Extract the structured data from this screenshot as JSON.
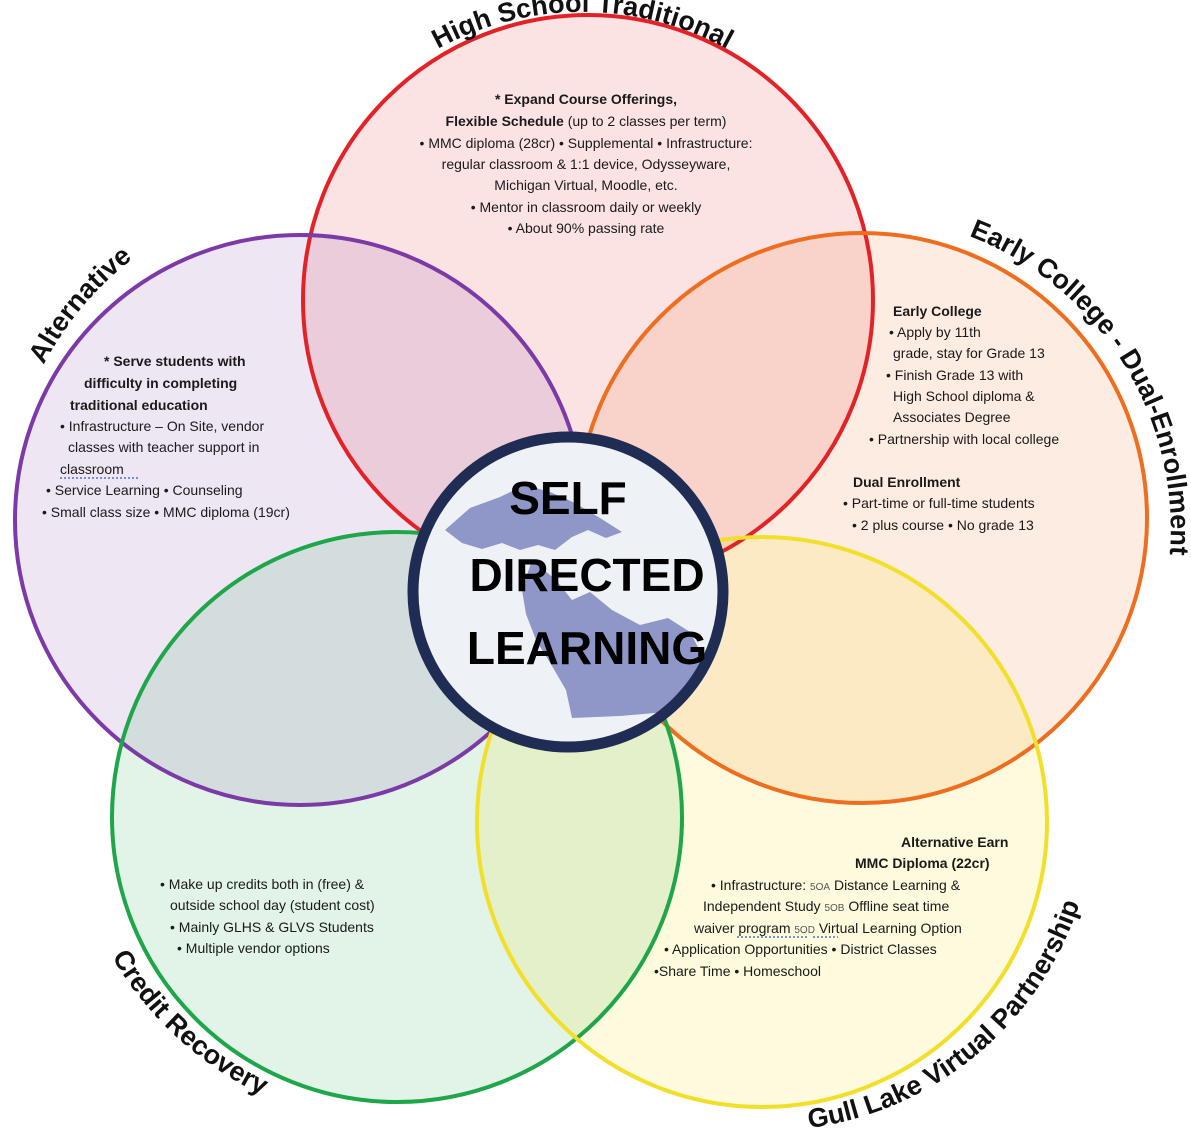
{
  "colors": {
    "red": "#e32227",
    "orange": "#ee6d1f",
    "purple": "#7b3aa6",
    "green": "#1fa64a",
    "yellow": "#f2df2a",
    "center_border": "#1f2d54",
    "michigan": "#8f97c9"
  },
  "icons": {
    "center_map": "michigan-map-icon"
  },
  "titles": {
    "high_school": "High School Traditional",
    "early_college": "Early College - Dual-Enrollment",
    "alternative": "Alternative",
    "credit_recovery": "Credit Recovery",
    "gull_lake": "Gull Lake Virtual Partnership"
  },
  "center": {
    "line1": "SELF",
    "line2": "DIRECTED",
    "line3": "LEARNING"
  },
  "high_school": {
    "heading1": "* Expand Course Offerings,",
    "heading2_bold": "Flexible Schedule",
    "heading2_rest": " (up to 2 classes per term)",
    "lines": [
      "• MMC diploma (28cr) • Supplemental • Infrastructure:",
      "regular classroom & 1:1 device, Odysseyware,",
      "Michigan Virtual, Moodle, etc.",
      "• Mentor in classroom daily or weekly",
      "• About 90% passing rate"
    ]
  },
  "early_college": {
    "heading": "Early College",
    "lines": [
      "• Apply by 11th",
      "grade, stay for Grade 13",
      "• Finish Grade 13 with",
      "High School diploma &",
      "Associates Degree",
      "• Partnership with local college"
    ],
    "dual_heading": "Dual Enrollment",
    "dual_lines": [
      "• Part-time or full-time students",
      "• 2 plus course • No grade 13"
    ]
  },
  "alternative": {
    "heading": [
      "* Serve students with",
      "difficulty in completing",
      "traditional education"
    ],
    "lines": [
      "• Infrastructure – On Site, vendor",
      "classes with teacher support in",
      "classroom",
      "• Service Learning • Counseling",
      "• Small class size • MMC diploma (19cr)"
    ]
  },
  "credit_recovery": {
    "lines": [
      "• Make up credits both in (free) &",
      "outside school day (student cost)",
      "• Mainly GLHS & GLVS Students",
      "• Multiple vendor options"
    ]
  },
  "gull_lake": {
    "heading": [
      "Alternative Earn",
      "MMC Diploma (22cr)"
    ],
    "line1_a": "• Infrastructure: ",
    "code1": "5OA",
    "line1_b": " Distance Learning &",
    "line2_a": "Independent Study ",
    "code2": "5OB",
    "line2_b": " Offline seat time",
    "line3_a": "waiver program ",
    "code3": "5OD",
    "line3_b": " Virtual Learning Option",
    "line4": "• Application Opportunities • District Classes",
    "line5": "•Share Time • Homeschool"
  }
}
